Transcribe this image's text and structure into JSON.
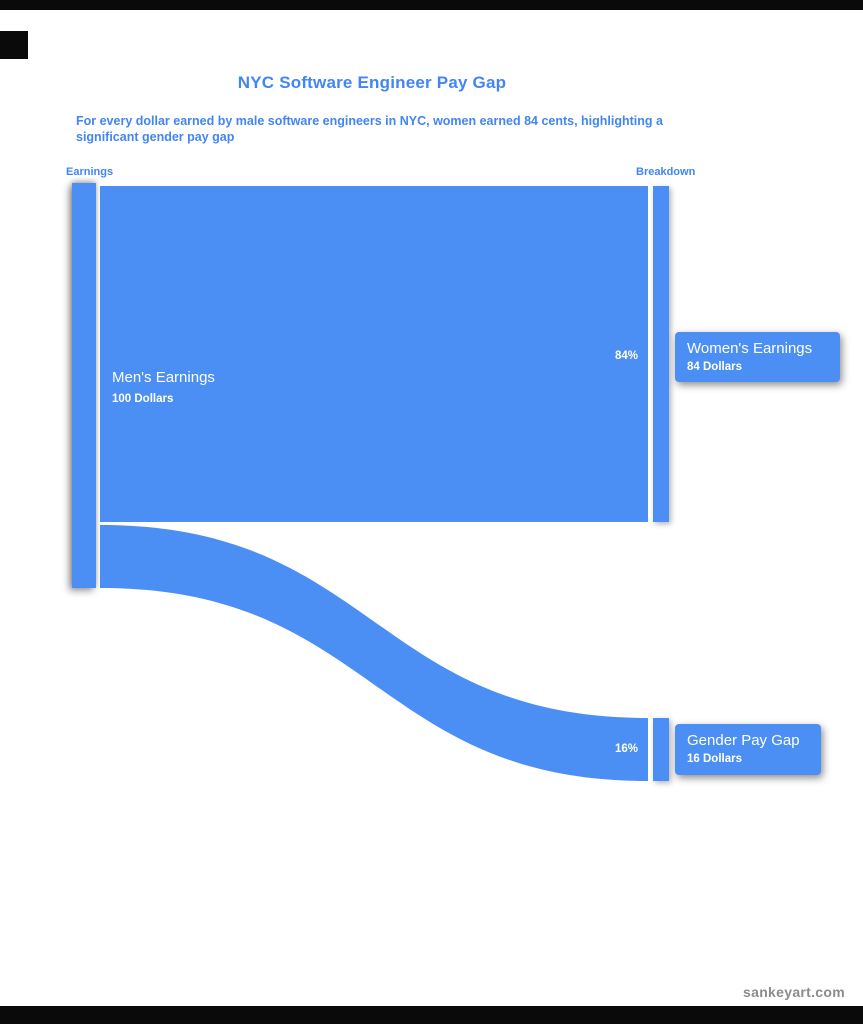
{
  "page": {
    "background": "#ffffff",
    "accent_blue": "#4b8ff5",
    "text_blue": "#4285f4",
    "flow_text_color": "#ffffff",
    "watermark_color": "#8c8c8c"
  },
  "header": {
    "title": "NYC Software Engineer Pay Gap",
    "subtitle": "For every dollar earned by male software engineers in NYC, women earned 84 cents, highlighting a significant gender pay gap"
  },
  "column_headers": {
    "left": "Earnings",
    "right": "Breakdown"
  },
  "chart_data": {
    "type": "sankey",
    "title": "NYC Software Engineer Pay Gap",
    "color": "#4b8ff5",
    "unit": "Dollars",
    "nodes": [
      {
        "name": "Men's Earnings",
        "value": 100,
        "value_label": "100 Dollars",
        "side": "left"
      },
      {
        "name": "Women's Earnings",
        "value": 84,
        "value_label": "84 Dollars",
        "side": "right"
      },
      {
        "name": "Gender Pay Gap",
        "value": 16,
        "value_label": "16 Dollars",
        "side": "right"
      }
    ],
    "links": [
      {
        "source": "Men's Earnings",
        "target": "Women's Earnings",
        "value": 84,
        "percent_label": "84%"
      },
      {
        "source": "Men's Earnings",
        "target": "Gender Pay Gap",
        "value": 16,
        "percent_label": "16%"
      }
    ],
    "legend": "none",
    "grid": false
  },
  "watermark": "sankeyart.com"
}
